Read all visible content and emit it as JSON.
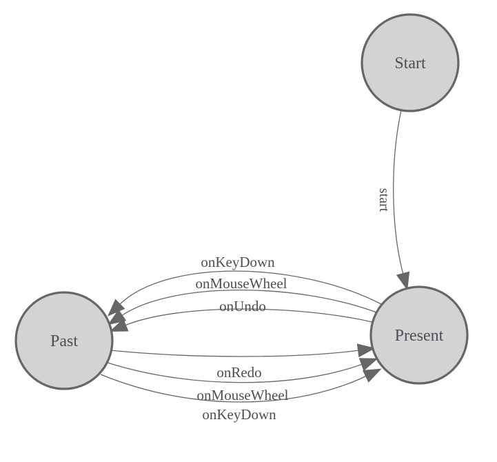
{
  "diagram": {
    "type": "state-machine",
    "background_color": "#ffffff",
    "node_fill_color": "#d3d3d3",
    "node_border_color": "#666666",
    "edge_line_color": "#666666",
    "arrowhead_color": "#666666",
    "label_text_color": "#4d4f58",
    "nodes": [
      {
        "id": "start",
        "label": "Start"
      },
      {
        "id": "present",
        "label": "Present"
      },
      {
        "id": "past",
        "label": "Past"
      }
    ],
    "edges": [
      {
        "from": "Start",
        "to": "Present",
        "label": "start"
      },
      {
        "from": "Present",
        "to": "Past",
        "label": "onKeyDown"
      },
      {
        "from": "Present",
        "to": "Past",
        "label": "onMouseWheel"
      },
      {
        "from": "Present",
        "to": "Past",
        "label": "onUndo"
      },
      {
        "from": "Past",
        "to": "Present",
        "label": "onRedo"
      },
      {
        "from": "Past",
        "to": "Present",
        "label": "onMouseWheel"
      },
      {
        "from": "Past",
        "to": "Present",
        "label": "onKeyDown"
      }
    ]
  }
}
